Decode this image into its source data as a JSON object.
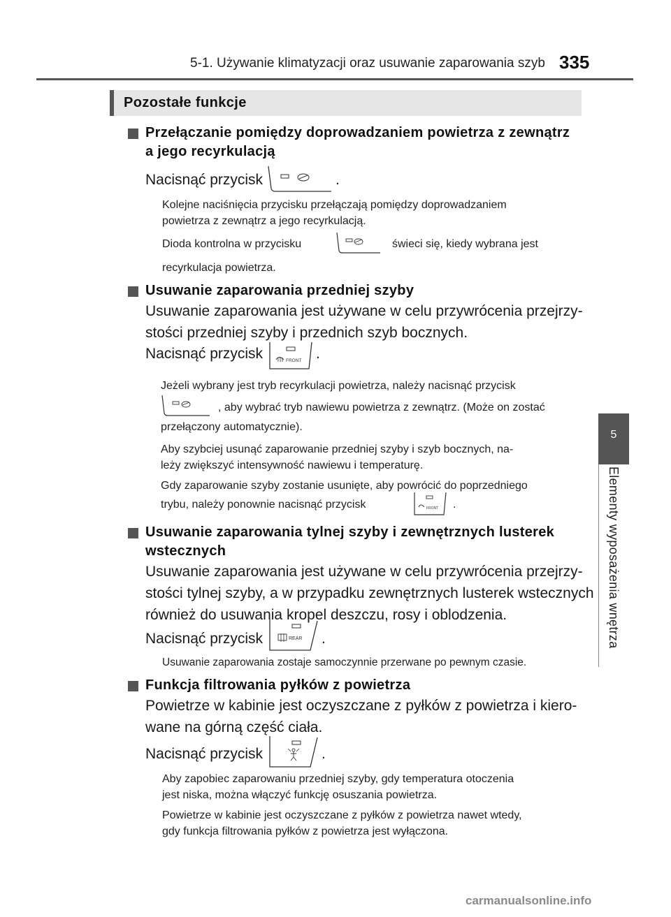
{
  "header": {
    "title": "5-1. Używanie klimatyzacji oraz usuwanie zaparowania szyb",
    "page_number": "335"
  },
  "side_tab": {
    "chapter_number": "5",
    "chapter_title": "Elementy wyposażenia wnętrza"
  },
  "section_title": "Pozostałe funkcje",
  "press_text": "Nacisnąć przycisk",
  "period": ".",
  "buttons": {
    "front_label": "FRONT",
    "rear_label": "REAR"
  },
  "sections": {
    "recirculation": {
      "heading_l1": "Przełączanie pomiędzy doprowadzaniem powietrza z zewnątrz",
      "heading_l2": "a jego recyrkulacją",
      "note1_l1": "Kolejne naciśnięcia przycisku przełączają pomiędzy doprowadzaniem",
      "note1_l2": "powietrza z zewnątrz a jego recyrkulacją.",
      "note2_a": "Dioda kontrolna w przycisku",
      "note2_b": "świeci się, kiedy wybrana jest",
      "note2_c": "recyrkulacja powietrza."
    },
    "front_defog": {
      "heading": "Usuwanie zaparowania przedniej szyby",
      "body_l1": "Usuwanie zaparowania jest używane w celu przywrócenia przejrzy-",
      "body_l2": "stości przedniej szyby i przednich szyb bocznych.",
      "note1_l1": "Jeżeli wybrany jest tryb recyrkulacji powietrza, należy nacisnąć przycisk",
      "note1_l2": ", aby wybrać tryb nawiewu powietrza z zewnątrz. (Może on zostać",
      "note1_l3": "przełączony automatycznie).",
      "note2_l1": "Aby szybciej usunąć zaparowanie przedniej szyby i szyb bocznych, na-",
      "note2_l2": "leży zwiększyć intensywność nawiewu i temperaturę.",
      "note3_l1": "Gdy zaparowanie szyby zostanie usunięte, aby powrócić do poprzedniego",
      "note3_l2": "trybu, należy ponownie nacisnąć przycisk"
    },
    "rear_defog": {
      "heading_l1": "Usuwanie zaparowania tylnej szyby i zewnętrznych lusterek",
      "heading_l2": "wstecznych",
      "body_l1": "Usuwanie zaparowania jest używane w celu przywrócenia przejrzy-",
      "body_l2": "stości tylnej szyby, a w przypadku zewnętrznych lusterek wstecznych",
      "body_l3": "również do usuwania kropel deszczu, rosy i oblodzenia.",
      "note": "Usuwanie zaparowania zostaje samoczynnie przerwane po pewnym czasie."
    },
    "pollen": {
      "heading": "Funkcja filtrowania pyłków z powietrza",
      "body_l1": "Powietrze w kabinie jest oczyszczane z pyłków z powietrza i kiero-",
      "body_l2": "wane na górną część ciała.",
      "note1_l1": "Aby zapobiec zaparowaniu przedniej szyby, gdy temperatura otoczenia",
      "note1_l2": "jest niska, można włączyć funkcję osuszania powietrza.",
      "note2_l1": "Powietrze w kabinie jest oczyszczane z pyłków z powietrza nawet wtedy,",
      "note2_l2": "gdy funkcja filtrowania pyłków z powietrza jest wyłączona."
    }
  },
  "watermark": "carmanualsonline.info"
}
